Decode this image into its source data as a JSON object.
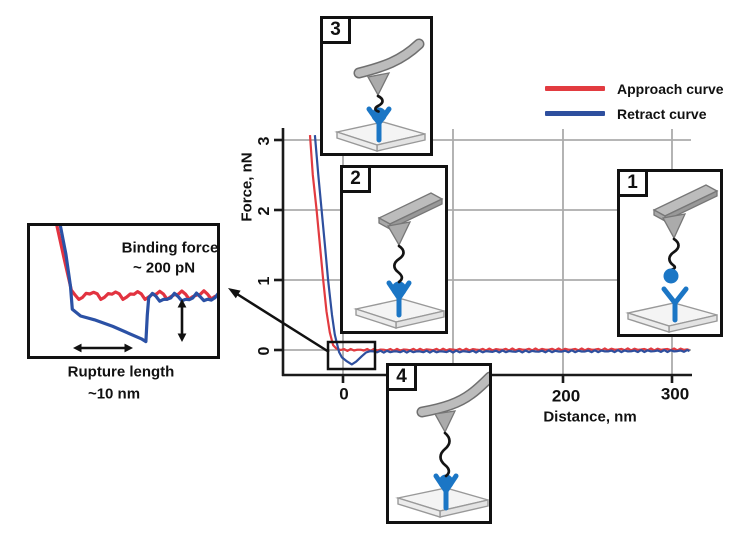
{
  "legend": {
    "items": [
      {
        "label": "Approach curve",
        "color": "#e23b40"
      },
      {
        "label": "Retract curve",
        "color": "#2e4f9e"
      }
    ]
  },
  "axes": {
    "x_title": "Distance, nm",
    "y_title": "Force, nN",
    "x_tick_labels": [
      "0",
      "200",
      "300"
    ],
    "y_tick_labels": [
      "3",
      "2",
      "1",
      "0"
    ]
  },
  "insets": [
    {
      "label": "1",
      "icon": "afm-cantilever-ligand-above-receptor"
    },
    {
      "label": "2",
      "icon": "afm-cantilever-ligand-bound-receptor"
    },
    {
      "label": "3",
      "icon": "afm-cantilever-pressed-bound"
    },
    {
      "label": "4",
      "icon": "afm-cantilever-retracting-stretched-linker"
    }
  ],
  "detail": {
    "binding_force_line1": "Binding force",
    "binding_force_line2": "~ 200 pN",
    "rupture_line1": "Rupture length",
    "rupture_line2": "~10 nm"
  },
  "chart_data": {
    "type": "line",
    "title": "",
    "xlabel": "Distance, nm",
    "ylabel": "Force, nN",
    "xlim": [
      -55,
      318
    ],
    "ylim": [
      -0.35,
      3.45
    ],
    "x_ticks_labeled": [
      0,
      200,
      300
    ],
    "x_gridlines_nm": [
      0,
      100,
      200,
      300
    ],
    "y_ticks": [
      0,
      1,
      2,
      3
    ],
    "grid": true,
    "legend_position": "top-right",
    "series": [
      {
        "name": "Approach curve",
        "color": "#e23b40",
        "noise_after_x": -2,
        "noise_amp": 0.014,
        "points": [
          [
            -30,
            3.07
          ],
          [
            -27.5,
            2.5
          ],
          [
            -24,
            2.0
          ],
          [
            -21,
            1.5
          ],
          [
            -18,
            1.0
          ],
          [
            -15,
            0.55
          ],
          [
            -12,
            0.25
          ],
          [
            -9,
            0.07
          ],
          [
            -6,
            0.02
          ],
          [
            -2,
            0
          ],
          [
            315,
            0
          ]
        ]
      },
      {
        "name": "Retract curve",
        "color": "#2e4f9e",
        "noise_after_x": 25,
        "noise_amp": 0.014,
        "points": [
          [
            -25.5,
            3.07
          ],
          [
            -22.5,
            2.5
          ],
          [
            -19.5,
            2.0
          ],
          [
            -16.5,
            1.5
          ],
          [
            -13.5,
            1.0
          ],
          [
            -10,
            0.5
          ],
          [
            -7.5,
            0.22
          ],
          [
            -5,
            0.06
          ],
          [
            -3.5,
            -0.03
          ],
          [
            -1,
            -0.105
          ],
          [
            3,
            -0.155
          ],
          [
            8,
            -0.205
          ],
          [
            12,
            -0.165
          ],
          [
            17,
            -0.09
          ],
          [
            21,
            -0.035
          ],
          [
            25,
            -0.015
          ],
          [
            315,
            -0.015
          ]
        ]
      }
    ],
    "annotations": {
      "binding_force_pN": 200,
      "rupture_length_nm": 10,
      "highlight_box_nm": {
        "x": [
          -14,
          29
        ],
        "y": [
          -0.27,
          0.11
        ]
      }
    },
    "detail_view": {
      "x_range_nm": [
        -6.5,
        16
      ],
      "series": [
        {
          "name": "Approach curve",
          "color": "#e23340",
          "noise_after_x": -1.6,
          "noise_amp": 0.016,
          "points": [
            [
              -3.8,
              0.42
            ],
            [
              -2.8,
              0.2
            ],
            [
              -2.0,
              0.03
            ],
            [
              -1.6,
              0.005
            ],
            [
              16,
              0.005
            ]
          ]
        },
        {
          "name": "Retract curve",
          "color": "#2b51a5",
          "noise_after_x": 6.4,
          "noise_amp": 0.016,
          "points": [
            [
              -3.4,
              0.42
            ],
            [
              -2.6,
              0.22
            ],
            [
              -2.1,
              0.05
            ],
            [
              -1.9,
              -0.07
            ],
            [
              -1.0,
              -0.105
            ],
            [
              0.5,
              -0.125
            ],
            [
              2.5,
              -0.16
            ],
            [
              5.6,
              -0.225
            ],
            [
              6.1,
              -0.24
            ],
            [
              6.25,
              -0.1
            ],
            [
              6.4,
              -0.01
            ],
            [
              16,
              -0.01
            ]
          ]
        }
      ]
    }
  }
}
